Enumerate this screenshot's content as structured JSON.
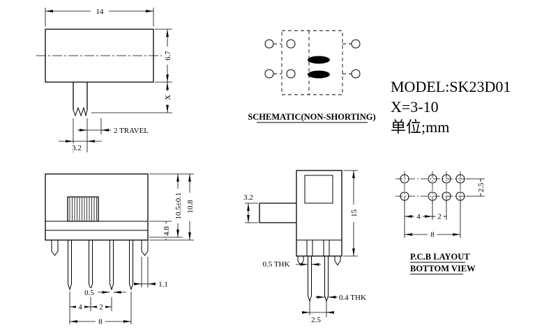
{
  "title_block": {
    "model": "MODEL:SK23D01",
    "x_range": "X=3-10",
    "unit": "单位;mm"
  },
  "front_view": {
    "dim_width": "14",
    "dim_height": "6.7",
    "dim_stem_length": "X",
    "dim_travel": "2 TRAVEL",
    "dim_stem_width": "3.2"
  },
  "schematic": {
    "caption": "SCHEMATIC(NON-SHORTING)"
  },
  "side_view": {
    "dim_body_height": "10.5±0.1",
    "dim_total_height": "10.8",
    "dim_base_height": "4.8",
    "dim_pin_width": "0.5",
    "dim_pitch_a": "4",
    "dim_pitch_b": "2",
    "dim_span": "8",
    "dim_foot": "1.1"
  },
  "end_view": {
    "dim_stem_height": "3.2",
    "dim_depth": "15",
    "dim_pin_thk": "0.5 THK",
    "dim_pin_pitch": "2.5",
    "dim_terminal_thk": "0.4 THK"
  },
  "pcb_layout": {
    "dim_row_pitch": "2.5",
    "dim_col_pitch_a": "4",
    "dim_col_pitch_b": "2",
    "dim_col_span": "8",
    "caption_line1": "P.C.B LAYOUT",
    "caption_line2": "BOTTOM VIEW"
  }
}
